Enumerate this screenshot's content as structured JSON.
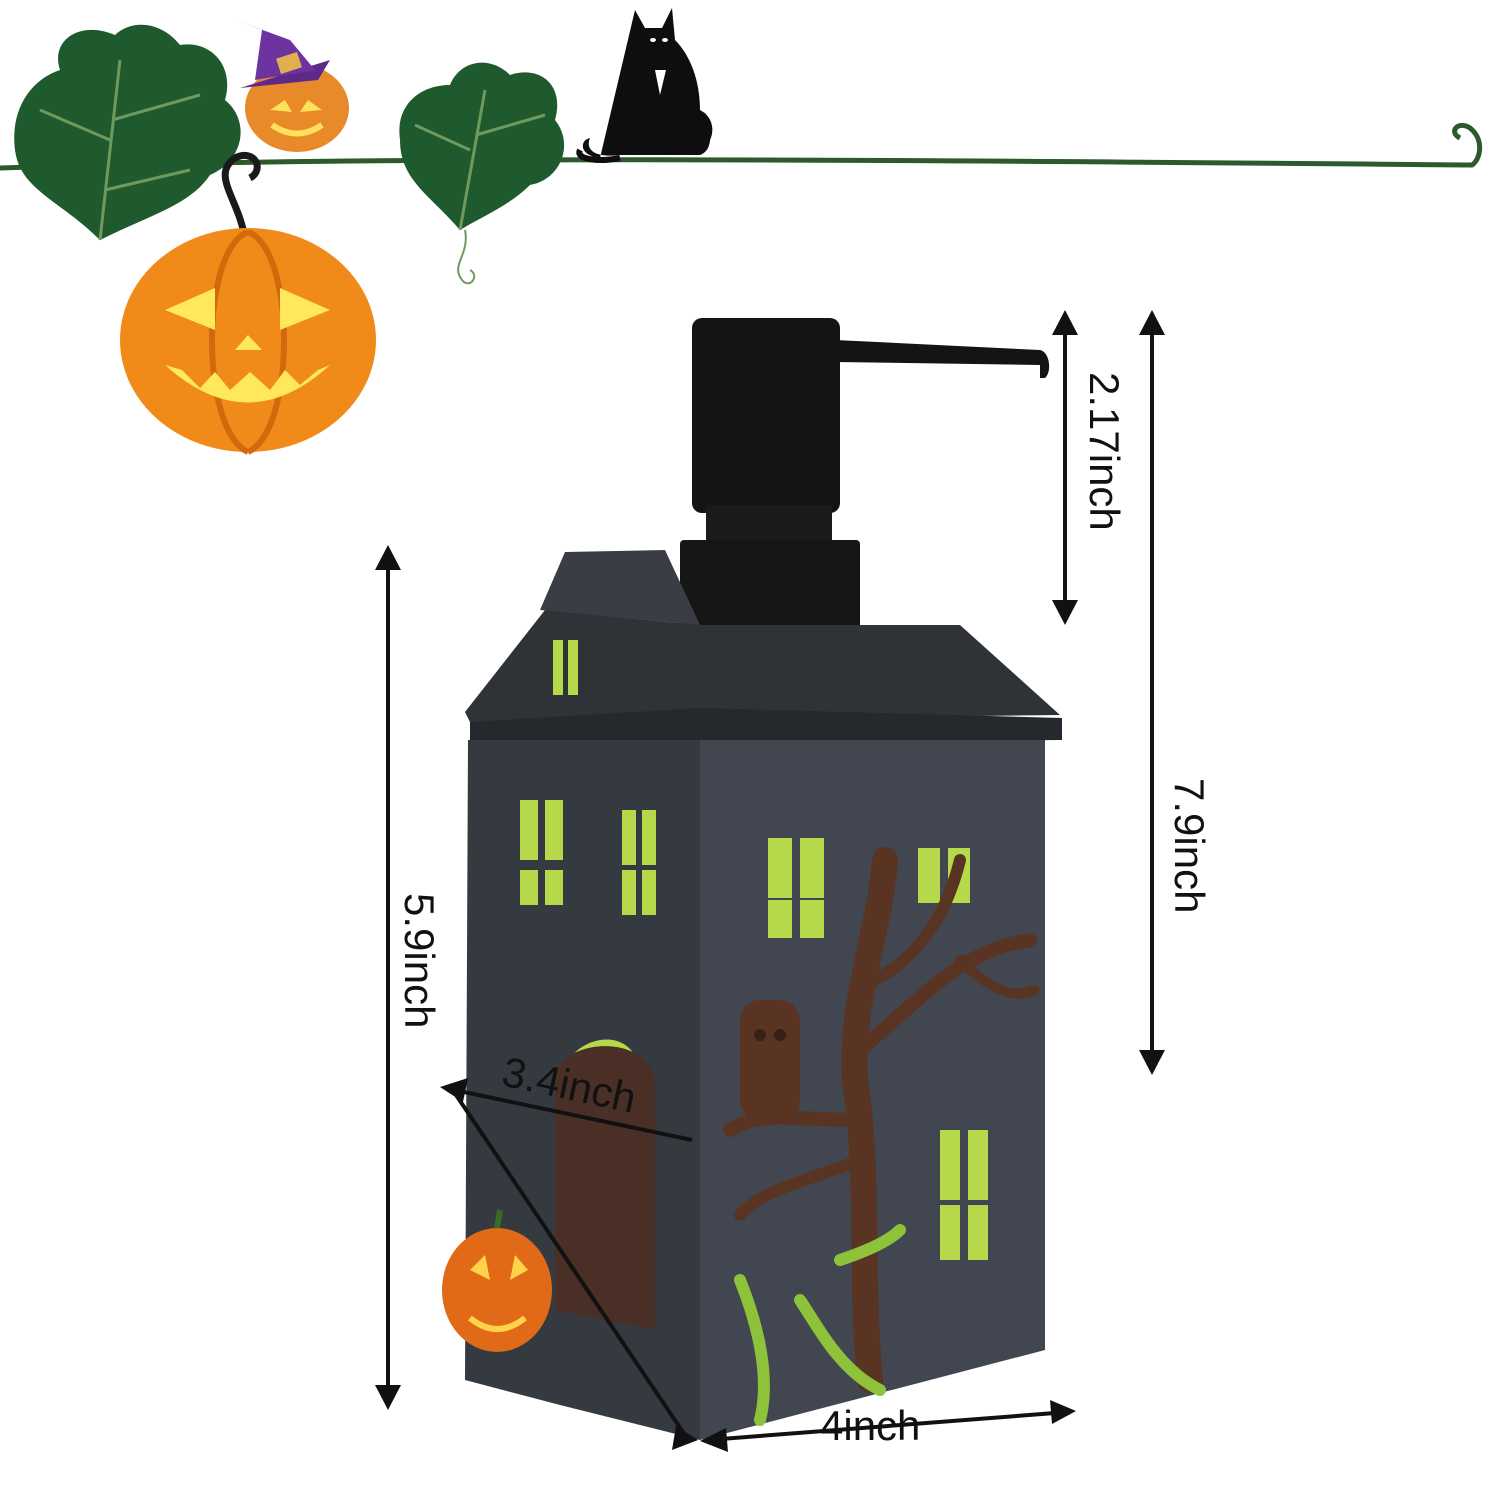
{
  "product": {
    "name": "haunted house soap dispenser",
    "accent_window_color": "#b5d94a",
    "body_color": "#3e4247",
    "pump_color": "#111111",
    "pumpkin_color": "#f08a18",
    "vine_leaf_color": "#1f5a2e"
  },
  "dimensions": {
    "pump_height": "2.17inch",
    "total_height": "7.9inch",
    "body_height": "5.9inch",
    "depth": "3.4inch",
    "width": "4inch"
  },
  "decor": {
    "items": [
      "ivy-vine",
      "witch-hat-pumpkin",
      "black-cat",
      "hanging-jack-o-lantern"
    ]
  }
}
